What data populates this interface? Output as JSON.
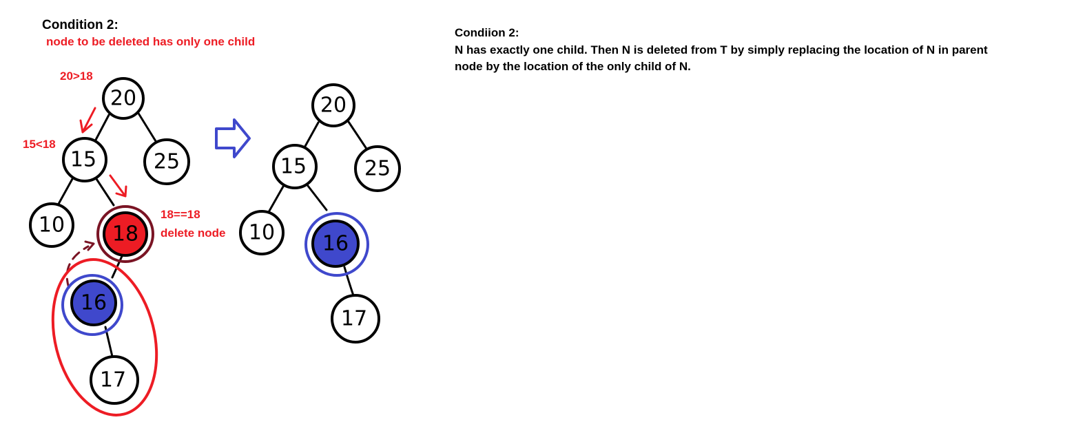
{
  "left_panel": {
    "title": "Condition 2:",
    "subtitle": "node to be deleted has only one child",
    "annotations": {
      "compare_root": "20>18",
      "compare_15": "15<18",
      "match": "18==18",
      "action": "delete node"
    },
    "tree_before": {
      "root": "20",
      "left_child": "15",
      "right_child": "25",
      "left_left": "10",
      "deleted_node": "18",
      "deleted_node_child": "16",
      "grandchild": "17"
    }
  },
  "right_panel": {
    "tree_after": {
      "root": "20",
      "left_child": "15",
      "right_child": "25",
      "left_left": "10",
      "moved_node": "16",
      "grandchild": "17"
    }
  },
  "description": {
    "title": "Condiion 2:",
    "line1": "N has exactly one child. Then N is deleted from T by simply replacing the location of N in parent",
    "line2": "node by the location of the only child of N."
  },
  "colors": {
    "ink": "#000000",
    "annotation_red": "#ed1c24",
    "delete_fill": "#ed1c24",
    "highlight_blue": "#3f48cc",
    "dark_red": "#7a1424"
  }
}
